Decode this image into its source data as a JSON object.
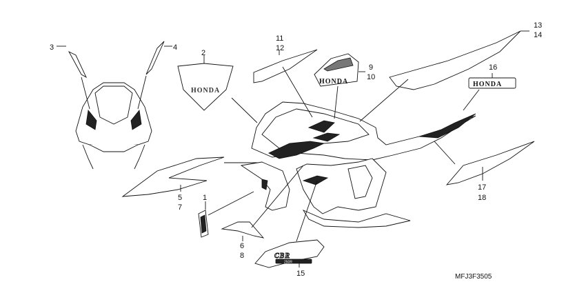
{
  "callouts": [
    {
      "id": "c1",
      "label": "1"
    },
    {
      "id": "c2",
      "label": "2"
    },
    {
      "id": "c3",
      "label": "3"
    },
    {
      "id": "c4",
      "label": "4"
    },
    {
      "id": "c5",
      "label": "5"
    },
    {
      "id": "c7",
      "label": "7"
    },
    {
      "id": "c6",
      "label": "6"
    },
    {
      "id": "c8",
      "label": "8"
    },
    {
      "id": "c9",
      "label": "9"
    },
    {
      "id": "c10",
      "label": "10"
    },
    {
      "id": "c11",
      "label": "11"
    },
    {
      "id": "c12",
      "label": "12"
    },
    {
      "id": "c13",
      "label": "13"
    },
    {
      "id": "c14",
      "label": "14"
    },
    {
      "id": "c15",
      "label": "15"
    },
    {
      "id": "c16",
      "label": "16"
    },
    {
      "id": "c17",
      "label": "17"
    },
    {
      "id": "c18",
      "label": "18"
    }
  ],
  "decals": {
    "honda_text": "HONDA",
    "cbr_text": "CBR",
    "cbr_sub": "250R"
  },
  "diagram_code": "MFJ3F3505"
}
